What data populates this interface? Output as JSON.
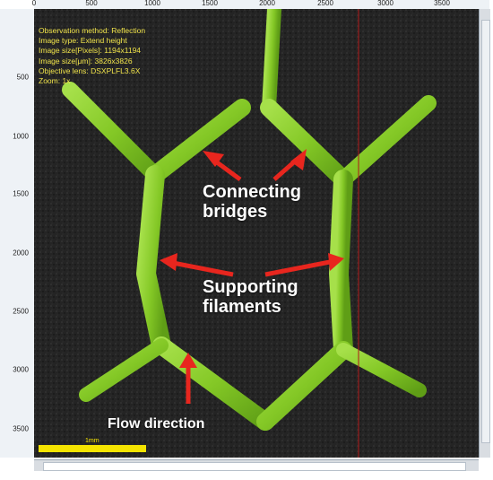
{
  "info_lines": [
    "Observation method: Reflection",
    "Image type: Extend height",
    "Image size[Pixels]: 1194x1194",
    "Image size[μm]: 3826x3826",
    "Objective lens: DSXPLFL3.6X",
    "Zoom: 1x"
  ],
  "ruler": {
    "x_ticks": [
      "0",
      "500",
      "1000",
      "1500",
      "2000",
      "2500",
      "3000",
      "3500"
    ],
    "y_ticks": [
      "500",
      "1000",
      "1500",
      "2000",
      "2500",
      "3000",
      "3500"
    ]
  },
  "annotations": {
    "bridges_line1": "Connecting",
    "bridges_line2": "bridges",
    "filaments_line1": "Supporting",
    "filaments_line2": "filaments",
    "flow": "Flow direction"
  },
  "scale_bar": {
    "label": "1mm"
  },
  "colors": {
    "filament": "#8fd12e",
    "filament_dark": "#5ea21a",
    "background": "#1f1f1f",
    "arrow": "#e8261e",
    "info_text": "#f0e34a"
  }
}
